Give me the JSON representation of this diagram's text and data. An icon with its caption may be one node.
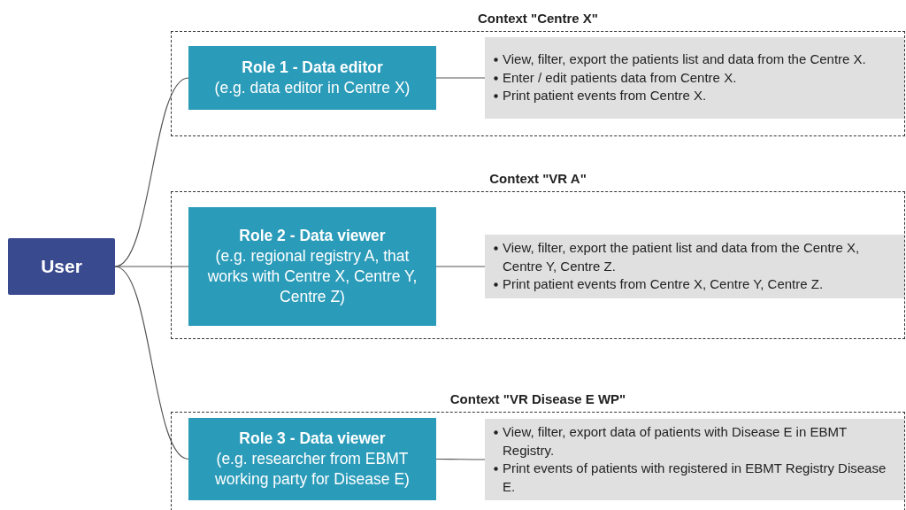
{
  "diagram": {
    "nodes": [
      {
        "text": [
          "User"
        ]
      },
      {
        "text": [
          "Context \"Centre X\""
        ]
      },
      {
        "text": [
          "Role 1 - Data editor",
          "(e.g. data editor in Centre X)"
        ],
        "in": 1
      },
      {
        "text": [
          "View, filter, export the patients list and data from the Centre X.",
          "Enter / edit patients data from Centre X.",
          "Print patient events from Centre X."
        ],
        "in": 1
      },
      {
        "text": [
          "Context \"VR A\""
        ]
      },
      {
        "text": [
          "Role 2 - Data viewer",
          "(e.g. regional registry A, that works with Centre X, Centre Y, Centre Z)"
        ],
        "in": 4
      },
      {
        "text": [
          "View, filter, export the patient list and data from the Centre X, Centre Y, Centre Z.",
          "Print patient events from Centre X, Centre Y, Centre Z."
        ],
        "in": 4
      },
      {
        "text": [
          "Context \"VR Disease E WP\""
        ]
      },
      {
        "text": [
          "Role 3 - Data viewer",
          "(e.g. researcher from EBMT working party for Disease E)"
        ],
        "in": 7
      },
      {
        "text": [
          "View, filter, export data of patients with Disease E in EBMT Registry.",
          "Print events of patients with registered in EBMT Registry Disease E."
        ],
        "in": 7
      }
    ],
    "edges": [
      {
        "from": 0,
        "to": 2,
        "arrow": "none"
      },
      {
        "from": 0,
        "to": 5,
        "arrow": "none"
      },
      {
        "from": 0,
        "to": 8,
        "arrow": "none"
      },
      {
        "from": 2,
        "to": 3,
        "arrow": "none"
      },
      {
        "from": 5,
        "to": 6,
        "arrow": "none"
      },
      {
        "from": 8,
        "to": 9,
        "arrow": "none"
      }
    ]
  }
}
